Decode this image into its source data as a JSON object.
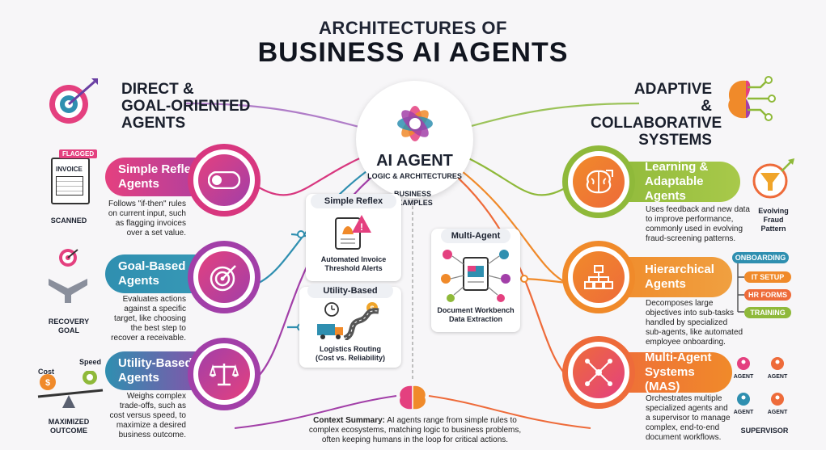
{
  "header": {
    "title_line1": "ARCHITECTURES OF",
    "title_line2": "BUSINESS AI AGENTS"
  },
  "left_section": {
    "heading": [
      "DIRECT &",
      "GOAL-ORIENTED",
      "AGENTS"
    ]
  },
  "right_section": {
    "heading": [
      "ADAPTIVE",
      "& COLLABORATIVE",
      "SYSTEMS"
    ]
  },
  "center": {
    "title": "AI AGENT",
    "subtitle": "LOGIC & ARCHITECTURES",
    "business_examples": [
      "BUSINESS",
      "EXAMPLES"
    ]
  },
  "left_agents": [
    {
      "title": [
        "Simple Reflex",
        "Agents"
      ],
      "desc": [
        "Follows \"if-then\" rules",
        "on current input, such",
        "as flagging invoices",
        "over a set value."
      ],
      "side_label": [
        "SCANNED"
      ],
      "icon": "toggle-icon",
      "color": "#d8377f"
    },
    {
      "title": [
        "Goal-Based",
        "Agents"
      ],
      "desc": [
        "Evaluates actions",
        "against a specific",
        "target, like choosing",
        "the best step to",
        "recover a receivable."
      ],
      "side_label": [
        "RECOVERY",
        "GOAL"
      ],
      "icon": "target-icon",
      "color": "#2f8fb0"
    },
    {
      "title": [
        "Utility-Based",
        "Agents"
      ],
      "desc": [
        "Weighs complex",
        "trade-offs, such as",
        "cost versus speed, to",
        "maximize a desired",
        "business outcome."
      ],
      "side_label": [
        "MAXIMIZED",
        "OUTCOME"
      ],
      "icon": "scales-icon",
      "color": "#a23fa8"
    }
  ],
  "left_illustrations": {
    "invoice_flag": "FLAGGED",
    "invoice_label": "INVOICE",
    "cost": "Cost",
    "speed": "Speed"
  },
  "right_agents": [
    {
      "title": [
        "Learning &",
        "Adaptable Agents"
      ],
      "desc": [
        "Uses feedback and new data",
        "to improve performance,",
        "commonly used in evolving",
        "fraud-screening patterns."
      ],
      "side_label": [
        "Evolving",
        "Fraud",
        "Pattern"
      ],
      "icon": "brain-icon",
      "color": "#8fb93a"
    },
    {
      "title": [
        "Hierarchical",
        "Agents"
      ],
      "desc": [
        "Decomposes large",
        "objectives into sub-tasks",
        "handled by specialized",
        "sub-agents, like automated",
        "employee onboarding."
      ],
      "side_label": [],
      "icon": "hierarchy-icon",
      "color": "#f08a2a"
    },
    {
      "title": [
        "Multi-Agent",
        "Systems (MAS)"
      ],
      "desc": [
        "Orchestrates multiple",
        "specialized agents and",
        "a supervisor to manage",
        "complex, end-to-end",
        "document workflows."
      ],
      "side_label": [
        "SUPERVISOR"
      ],
      "icon": "network-icon",
      "color": "#ee6b3a"
    }
  ],
  "onboarding_tags": [
    "ONBOARDING",
    "IT SETUP",
    "HR FORMS",
    "TRAINING"
  ],
  "agent_tag": "AGENT",
  "examples": {
    "simple_reflex": {
      "label": "Simple Reflex",
      "caption": [
        "Automated Invoice",
        "Threshold Alerts"
      ]
    },
    "utility_based": {
      "label": "Utility-Based",
      "caption": [
        "Logistics Routing",
        "(Cost vs. Reliability)"
      ]
    },
    "multi_agent": {
      "label": "Multi-Agent",
      "caption": [
        "Document Workbench",
        "Data Extraction"
      ]
    }
  },
  "summary": {
    "label": "Context Summary:",
    "text": " AI agents range from simple rules to complex ecosystems, matching logic to business problems, often keeping humans in the loop for critical actions."
  }
}
